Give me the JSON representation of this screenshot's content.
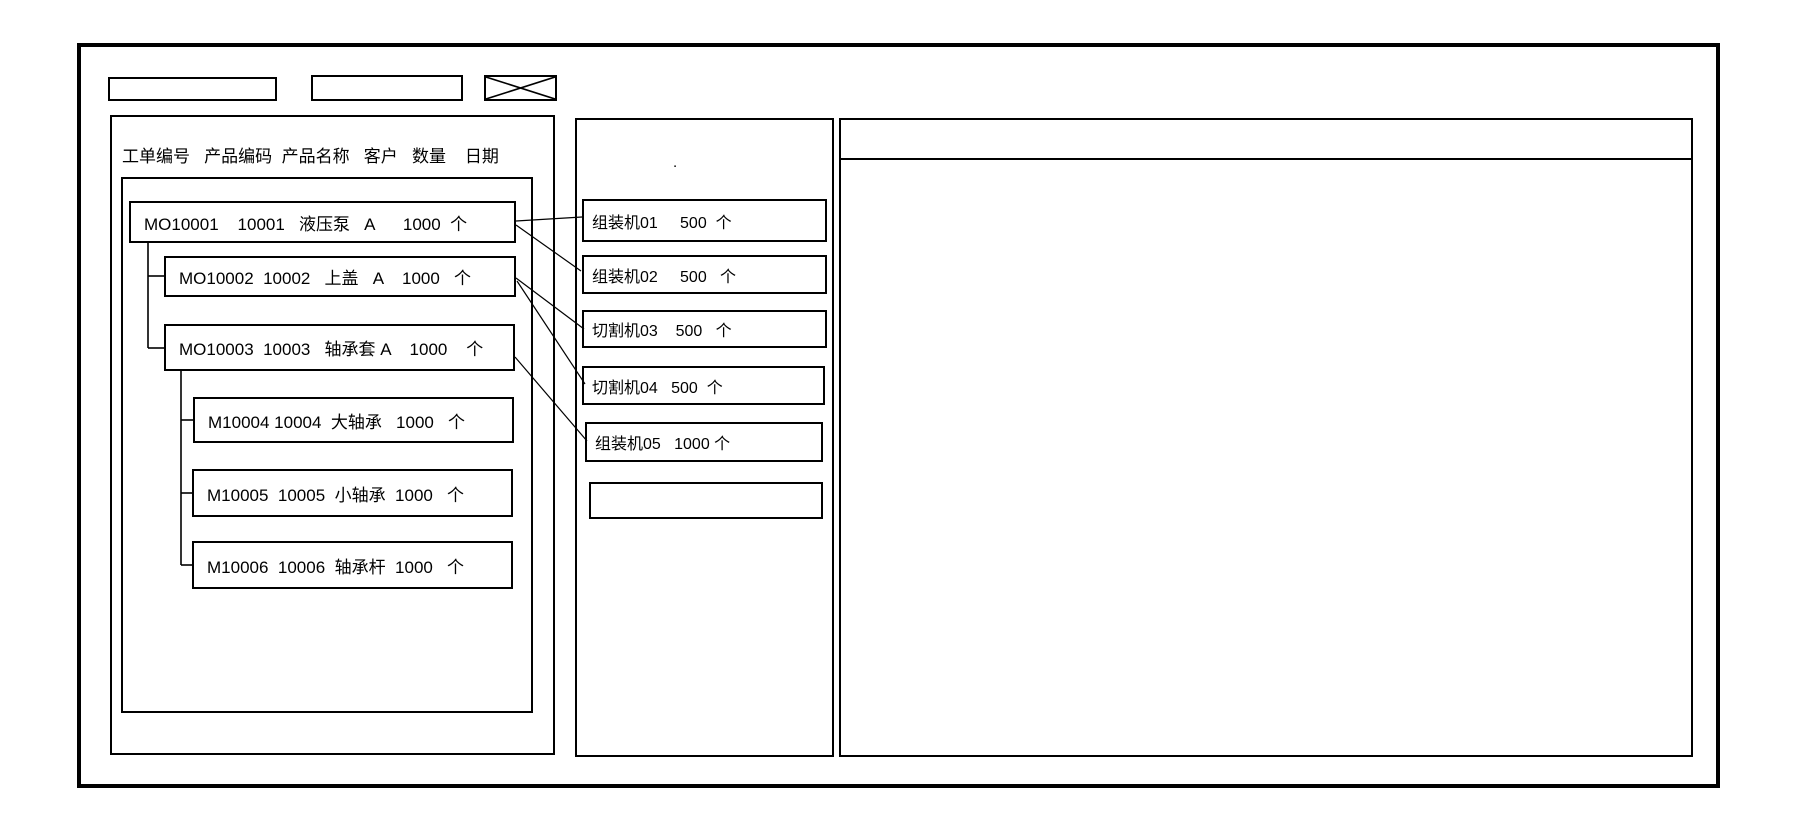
{
  "toolbar": {
    "field1_value": "",
    "field1_placeholder": "",
    "field2_value": "",
    "field2_placeholder": "",
    "close_icon": "x-crossed-box-icon"
  },
  "left_panel": {
    "columns": [
      "工单编号",
      "产品编码",
      "产品名称",
      "客户",
      "数量",
      "日期"
    ],
    "header_label": "工单编号   产品编码  产品名称   客户   数量    日期",
    "orders": [
      {
        "label": "MO10001    10001   液压泵   A      1000  个",
        "order_no": "MO10001",
        "product_code": "10001",
        "product_name": "液压泵",
        "customer": "A",
        "qty": "1000",
        "unit": "个",
        "level": 0
      },
      {
        "label": "MO10002  10002   上盖   A    1000   个",
        "order_no": "MO10002",
        "product_code": "10002",
        "product_name": "上盖",
        "customer": "A",
        "qty": "1000",
        "unit": "个",
        "level": 1
      },
      {
        "label": "MO10003  10003   轴承套 A    1000    个",
        "order_no": "MO10003",
        "product_code": "10003",
        "product_name": "轴承套",
        "customer": "A",
        "qty": "1000",
        "unit": "个",
        "level": 1
      },
      {
        "label": "M10004 10004  大轴承   1000   个",
        "order_no": "M10004",
        "product_code": "10004",
        "product_name": "大轴承",
        "customer": "",
        "qty": "1000",
        "unit": "个",
        "level": 2
      },
      {
        "label": "M10005  10005  小轴承  1000   个",
        "order_no": "M10005",
        "product_code": "10005",
        "product_name": "小轴承",
        "customer": "",
        "qty": "1000",
        "unit": "个",
        "level": 2
      },
      {
        "label": "M10006  10006  轴承杆  1000   个",
        "order_no": "M10006",
        "product_code": "10006",
        "product_name": "轴承杆",
        "customer": "",
        "qty": "1000",
        "unit": "个",
        "level": 2
      }
    ]
  },
  "middle_panel": {
    "header_dot": ".",
    "machines": [
      {
        "label": "组装机01     500  个",
        "name": "组装机01",
        "qty": "500",
        "unit": "个"
      },
      {
        "label": "组装机02     500   个",
        "name": "组装机02",
        "qty": "500",
        "unit": "个"
      },
      {
        "label": "切割机03    500   个",
        "name": "切割机03",
        "qty": "500",
        "unit": "个"
      },
      {
        "label": "切割机04   500  个",
        "name": "切割机04",
        "qty": "500",
        "unit": "个"
      },
      {
        "label": "组装机05   1000 个",
        "name": "组装机05",
        "qty": "1000",
        "unit": "个"
      }
    ],
    "empty_slot_label": ""
  },
  "right_panel": {
    "header_text": "",
    "body_text": ""
  },
  "connections": [
    {
      "from": "MO10001",
      "to": "组装机01"
    },
    {
      "from": "MO10001",
      "to": "组装机02"
    },
    {
      "from": "MO10002",
      "to": "切割机03"
    },
    {
      "from": "MO10002",
      "to": "切割机04"
    },
    {
      "from": "MO10003",
      "to": "组装机05"
    }
  ],
  "colors": {
    "line": "#000000",
    "background": "#ffffff"
  }
}
